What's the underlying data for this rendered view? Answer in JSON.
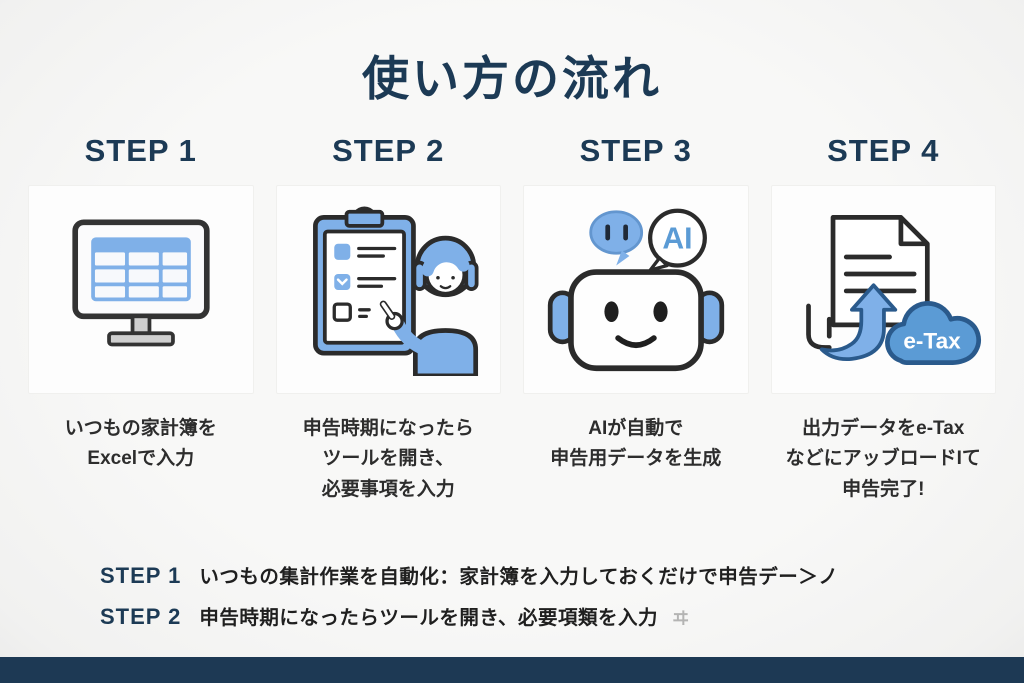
{
  "title": "使い方の流れ",
  "colors": {
    "navy": "#1c3a55",
    "accent_blue": "#7fb0e8",
    "medium_blue": "#5b9bd5",
    "outline_dark": "#2b2b2b",
    "outline_navy": "#2a5a8c",
    "background": "#f8f8f7",
    "card": "#fdfdfd",
    "footer_bar": "#1d3954"
  },
  "steps": [
    {
      "label": "STEP 1",
      "icon": "monitor-spreadsheet-icon",
      "caption_lines": [
        "いつもの家計簿を",
        "Excelで入力"
      ]
    },
    {
      "label": "STEP 2",
      "icon": "clipboard-person-icon",
      "caption_lines": [
        "申告時期になったら",
        "ツールを開き、",
        "必要事項を入力"
      ]
    },
    {
      "label": "STEP 3",
      "icon": "ai-robot-icon",
      "caption_lines": [
        "AIが自動で",
        "申告用データを生成"
      ]
    },
    {
      "label": "STEP 4",
      "icon": "document-upload-etax-icon",
      "caption_lines": [
        "出力データをe-Tax",
        "などにアッブロードIて",
        "申告完了!"
      ]
    }
  ],
  "labels": {
    "ai_bubble": "AI",
    "etax_cloud": "e-Tax"
  },
  "footnotes": [
    {
      "label": "STEP 1",
      "text": "いつもの集計作業を自動化：家計簿を入力しておくだけで申告デー＞ノ",
      "trailing_glitch": ""
    },
    {
      "label": "STEP 2",
      "text": "申告時期になったらツールを開き、必要項類を入力",
      "trailing_glitch": "ヰ"
    }
  ]
}
